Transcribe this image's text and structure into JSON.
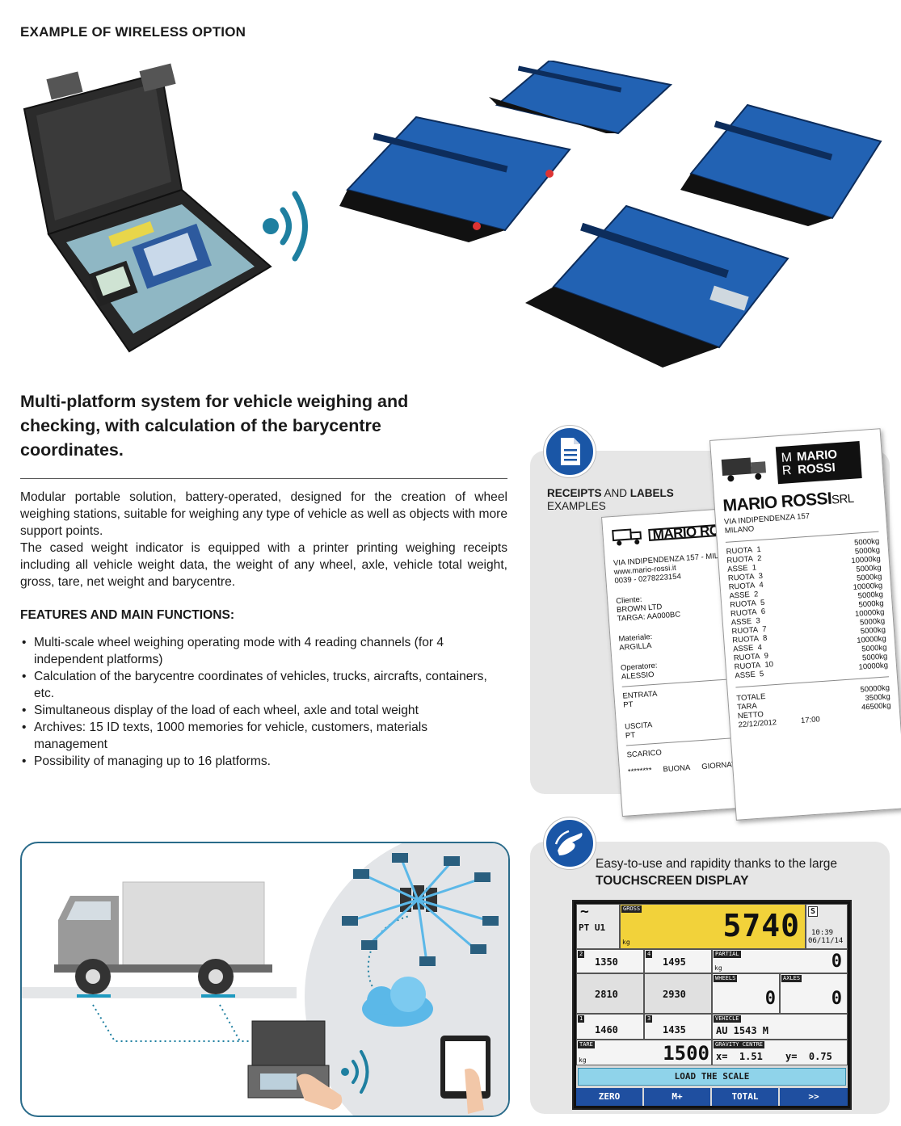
{
  "section_title": "EXAMPLE OF WIRELESS OPTION",
  "headline": "Multi-platform system for vehicle weighing and checking, with calculation of the barycentre coordinates.",
  "paragraph1": "Modular portable solution, battery-operated, designed for the creation of wheel weighing stations, suitable for weighing any type of vehicle as well as objects with more support points.",
  "paragraph2": "The cased weight indicator is equipped with a printer printing weighing receipts including all vehicle weight data, the weight of any wheel, axle, vehicle total weight, gross, tare, net weight and barycentre.",
  "features_title": "FEATURES AND MAIN FUNCTIONS:",
  "features": [
    "Multi-scale wheel weighing operating mode with 4 reading channels (for 4 independent platforms)",
    "Calculation of the barycentre coordinates of vehicles, trucks, aircrafts, containers, etc.",
    "Simultaneous display of the load of each wheel, axle and total weight",
    "Archives: 15 ID texts, 1000 memories for vehicle, customers, materials management",
    "Possibility of managing up to 16 platforms."
  ],
  "bullet": "•",
  "receipts": {
    "label_bold1": "RECEIPTS",
    "label_and": " AND ",
    "label_bold2": "LABELS",
    "label_line2": "EXAMPLES"
  },
  "receipt_small": {
    "brand": "MARIO ROS",
    "address": "VIA INDIPENDENZA 157 - MILANO",
    "web": "www.mario-rossi.it",
    "phone": "0039 - 0278223154",
    "cliente_label": "Cliente:",
    "cliente": "BROWN LTD",
    "targa": "TARGA: AA000BC",
    "materiale_label": "Materiale:",
    "materiale": "ARGILLA",
    "operatore_label": "Operatore:",
    "operatore": "ALESSIO",
    "entrata": "ENTRATA",
    "pt1": "PT",
    "uscita": "USCITA",
    "pt2": "PT",
    "scarico": "SCARICO",
    "stars": "********",
    "buona": "BUONA",
    "giornata": "GIORNATA"
  },
  "receipt_large": {
    "logo_letters": "M\nR",
    "logo_name1": "MARIO",
    "logo_name2": "ROSSI",
    "brand_bold": "MARIO ROSSI",
    "brand_light": "SRL",
    "address": "VIA INDIPENDENZA 157",
    "city": "MILANO",
    "rows": [
      {
        "label": "RUOTA",
        "n": "1",
        "value": "5000kg"
      },
      {
        "label": "RUOTA",
        "n": "2",
        "value": "5000kg"
      },
      {
        "label": "ASSE",
        "n": "1",
        "value": "10000kg"
      },
      {
        "label": "RUOTA",
        "n": "3",
        "value": "5000kg"
      },
      {
        "label": "RUOTA",
        "n": "4",
        "value": "5000kg"
      },
      {
        "label": "ASSE",
        "n": "2",
        "value": "10000kg"
      },
      {
        "label": "RUOTA",
        "n": "5",
        "value": "5000kg"
      },
      {
        "label": "RUOTA",
        "n": "6",
        "value": "5000kg"
      },
      {
        "label": "ASSE",
        "n": "3",
        "value": "10000kg"
      },
      {
        "label": "RUOTA",
        "n": "7",
        "value": "5000kg"
      },
      {
        "label": "RUOTA",
        "n": "8",
        "value": "5000kg"
      },
      {
        "label": "ASSE",
        "n": "4",
        "value": "10000kg"
      },
      {
        "label": "RUOTA",
        "n": "9",
        "value": "5000kg"
      },
      {
        "label": "RUOTA",
        "n": "10",
        "value": "5000kg"
      },
      {
        "label": "ASSE",
        "n": "5",
        "value": "10000kg"
      }
    ],
    "totale": "TOTALE",
    "totale_value": "50000kg",
    "tara": "TARA",
    "tara_value": "3500kg",
    "netto": "NETTO",
    "netto_value": "46500kg",
    "date": "22/12/2012",
    "time": "17:00"
  },
  "touch": {
    "line1": "Easy-to-use and rapidity thanks to the large",
    "line2": "TOUCHSCREEN DISPLAY"
  },
  "screen": {
    "tilde": "~",
    "platform": "PT U1",
    "gross_tag": "GROSS",
    "gross_unit": "kg",
    "gross_value": "5740",
    "s_tag": "S",
    "time": "10:39",
    "date": "06/11/14",
    "ch2": "2",
    "ch4": "4",
    "ch1": "1",
    "ch3": "3",
    "w2": "1350",
    "w4": "1495",
    "a1": "2810",
    "a2": "2930",
    "w1": "1460",
    "w3": "1435",
    "partial_tag": "PARTIAL",
    "partial_unit": "kg",
    "partial_value": "0",
    "wheels_tag": "WHEELS",
    "wheels_value": "0",
    "axles_tag": "AXLES",
    "axles_value": "0",
    "vehicle_tag": "VEHICLE",
    "vehicle_value": "AU 1543 M",
    "tare_tag": "TARE",
    "tare_unit": "kg",
    "tare_value": "1500",
    "gravity_tag": "GRAVITY CENTRE",
    "gravity_x": "x=  1.51",
    "gravity_y": "y=  0.75",
    "message": "LOAD THE SCALE",
    "buttons": [
      "ZERO",
      "M+",
      "TOTAL",
      ">>"
    ]
  },
  "colors": {
    "brand_blue": "#1a56a6",
    "screen_yellow": "#f2d23a",
    "message_cyan": "#8fd3ea",
    "panel_gray": "#e6e6e6",
    "diagram_border": "#2a6b8a"
  }
}
